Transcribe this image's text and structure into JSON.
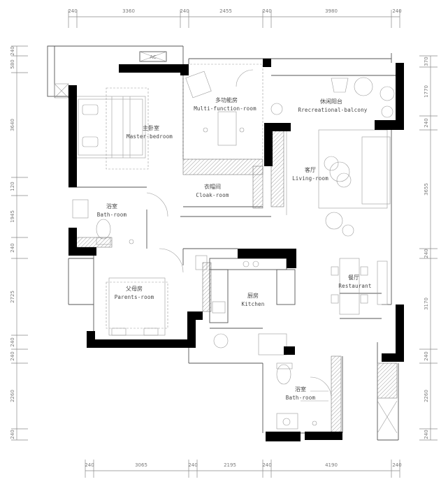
{
  "dimensions": {
    "top": [
      "240",
      "3360",
      "240",
      "2455",
      "240",
      "3980",
      "240"
    ],
    "bottom": [
      "240",
      "3065",
      "240",
      "2195",
      "240",
      "4190",
      "240"
    ],
    "left": [
      "240",
      "580",
      "3640",
      "120",
      "1945",
      "240",
      "2725",
      "240",
      "240",
      "2260",
      "240"
    ],
    "right": [
      "370",
      "1770",
      "240",
      "3655",
      "240",
      "3170",
      "240",
      "2260",
      "240"
    ]
  },
  "labels": {
    "ac": "AC"
  },
  "rooms": [
    {
      "zh": "主卧室",
      "en": "Master-bedroom"
    },
    {
      "zh": "多功能房",
      "en": "Multi-function-room"
    },
    {
      "zh": "休闲阳台",
      "en": "Rrecreational-balcony"
    },
    {
      "zh": "客厅",
      "en": "Living-room"
    },
    {
      "zh": "衣帽间",
      "en": "Cloak-room"
    },
    {
      "zh": "浴室",
      "en": "Bath-room"
    },
    {
      "zh": "父母房",
      "en": "Parents-room"
    },
    {
      "zh": "厨房",
      "en": "Kitchen"
    },
    {
      "zh": "餐厅",
      "en": "Restaurant"
    },
    {
      "zh": "浴室",
      "en": "Bath-room"
    }
  ]
}
